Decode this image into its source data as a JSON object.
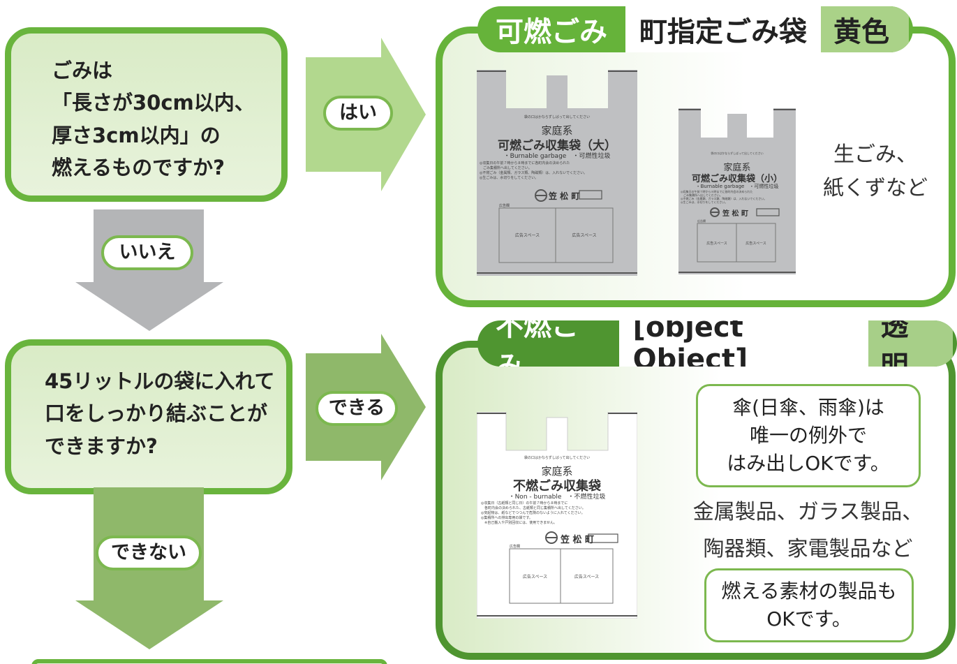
{
  "question1": {
    "lines": [
      "ごみは",
      "「長さが30cm以内、",
      "厚さ3cm以内」の",
      "燃えるものですか?"
    ]
  },
  "question2": {
    "lines": [
      "45リットルの袋に入れて",
      "口をしっかり結ぶことが",
      "できますか?"
    ]
  },
  "answers": {
    "yes": "はい",
    "no": "いいえ",
    "can": "できる",
    "cannot": "できない"
  },
  "burnable": {
    "category": "可燃ごみ",
    "bag": "町指定ごみ袋",
    "color": "黄色",
    "description": [
      "生ごみ、",
      "紙くずなど"
    ],
    "bag_large": {
      "top_note": "袋の口はかならずしばって出してください",
      "household": "家庭系",
      "title": "可燃ごみ収集袋（大）",
      "subtitle": "・Burnable garbage　・可燃性垃圾",
      "rules": [
        "◎収集日の午前７時から８時までに各町内会の決められた",
        "　ごみ集積所へ出してください。",
        "◎不燃ごみ（金属類、ガラス類、陶磁類）は、入れないでください。",
        "◎生ごみは、水切りをしてください。"
      ],
      "town": "笠 松 町",
      "ad_header": "広告欄",
      "ad1": "広告スペース",
      "ad2": "広告スペース"
    },
    "bag_small": {
      "top_note": "袋の口はかならずしばって出してください",
      "household": "家庭系",
      "title": "可燃ごみ収集袋（小）",
      "subtitle": "・Burnable garbage　・可燃性垃圾",
      "rules": [
        "◎収集日の午前７時から８時までに各町内会の決められた",
        "　ごみ集積所へ出してください。",
        "◎不燃ごみ（金属類、ガラス類、陶磁類）は、入れないでください。",
        "◎生ごみは、水切りをしてください。"
      ],
      "town": "笠 松 町",
      "ad_header": "広告欄",
      "ad1": "広告スペース",
      "ad2": "広告スペース"
    }
  },
  "nonburnable": {
    "category": "不燃ごみ",
    "bag": {
      "top_note": "袋の口はかならずしばって出してください",
      "household": "家庭系",
      "title": "不燃ごみ収集袋",
      "subtitle": "・Non - burnable　・不燃性垃圾",
      "rules": [
        "◎収集日（古紙類と同じ日）の午前７時から８時までに",
        "　各町内会の決められた、古紙類と同じ集積所へ出してください。",
        "◎突起物は、紙などでつつんで危険のないように入れてください。",
        "◎集積所への排出専用の袋です。",
        "　※自己搬入や戸別回収には、使用できません。"
      ],
      "town": "笠 松 町",
      "ad_header": "広告欄",
      "ad1": "広告スペース",
      "ad2": "広告スペース"
    },
    "color": "透明",
    "note1": [
      "傘(日傘、雨傘)は",
      "唯一の例外で",
      "はみ出しOKです。"
    ],
    "description": [
      "金属製品、ガラス製品、",
      "陶器類、家電製品など"
    ],
    "note2": [
      "燃える素材の製品も",
      "OKです。"
    ]
  },
  "colors": {
    "green_light": "#69b43d",
    "green_dark": "#4f9530",
    "arrow_green_light": "#b2d88e",
    "arrow_gray": "#b4b5b7",
    "arrow_green_mid": "#8fb86a",
    "bag_gray": "#bfc0c2"
  }
}
